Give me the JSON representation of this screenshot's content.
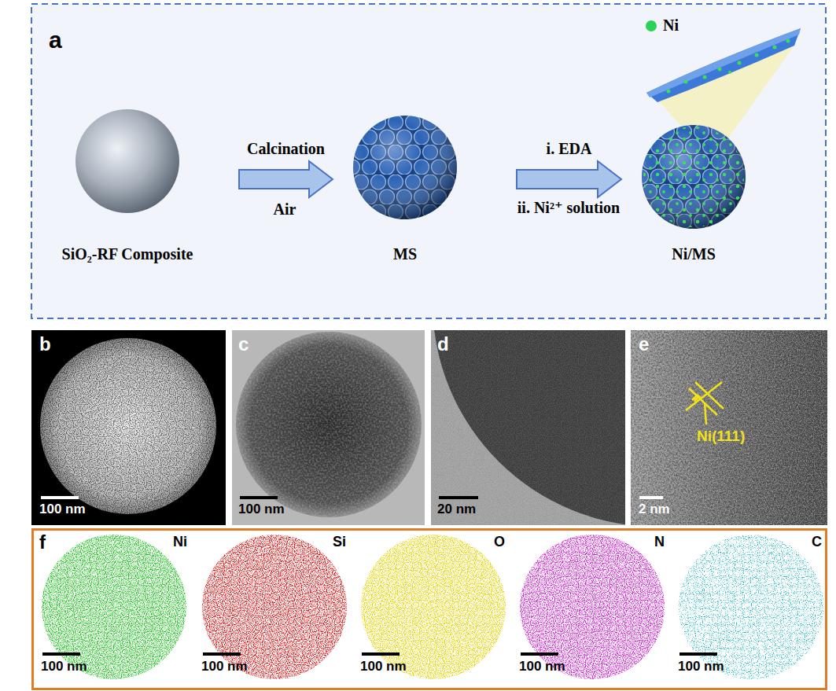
{
  "diagram": {
    "nodes": [
      {
        "text": [
          "SiO₂-RF Composite"
        ]
      },
      {
        "text": [
          "MS"
        ]
      },
      {
        "text": [
          "Ni/MS"
        ]
      }
    ],
    "edges": [
      {
        "from": 0,
        "to": 1,
        "arrow": "to",
        "label": "Calcination"
      },
      {
        "from": 1,
        "to": 2,
        "arrow": "to",
        "label": "i. EDA"
      }
    ],
    "labels": [
      "a",
      "Air",
      "ii. Ni²⁺ solution",
      "b",
      "100 nm",
      "c",
      "100 nm",
      "d",
      "20 nm",
      "e",
      "2 nm",
      "Ni(111)",
      "f",
      "Ni",
      "100 nm",
      "Si",
      "100 nm",
      "O",
      "100 nm",
      "N",
      "100 nm",
      "C",
      "100 nm"
    ],
    "legend": [
      {
        "text": "Ni",
        "color": "#2ed158"
      }
    ]
  }
}
